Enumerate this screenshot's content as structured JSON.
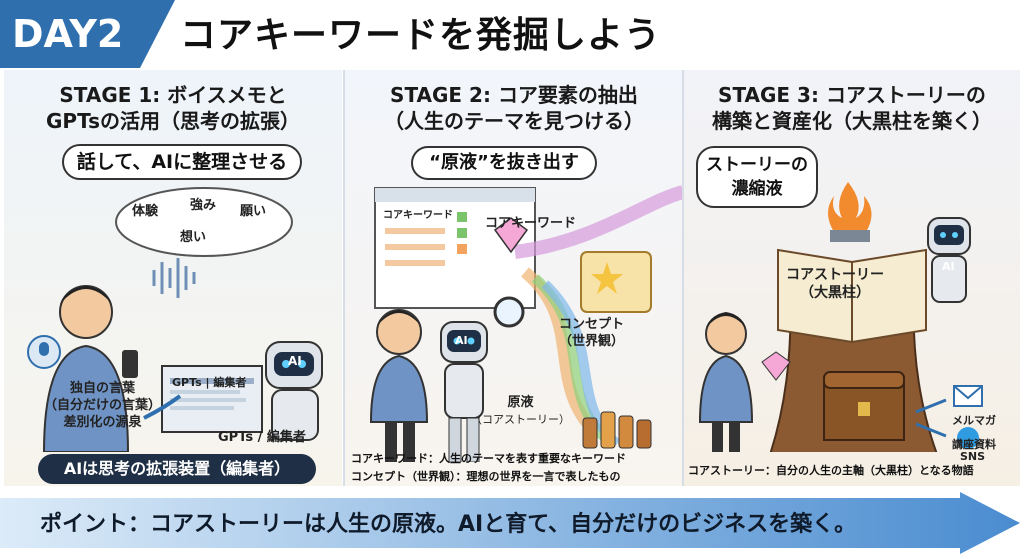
{
  "header": {
    "day": "DAY2",
    "title": "コアキーワードを発掘しよう"
  },
  "stage1": {
    "title_line1": "STAGE 1: ボイスメモと",
    "title_line2": "GPTsの活用（思考の拡張）",
    "speech": "話して、AIに整理させる",
    "thoughts": [
      "体験",
      "強み",
      "願い",
      "想い"
    ],
    "screen_label": "GPTs | 編集者",
    "robot_badge": "AI",
    "left_note": [
      "独自の言葉",
      "（自分だけの言葉）",
      "差別化の源泉"
    ],
    "right_note": "GPTs / 編集者",
    "pill": "AIは思考の拡張装置（編集者）"
  },
  "stage2": {
    "title_line1": "STAGE 2: コア要素の抽出",
    "title_line2": "（人生のテーマを見つける）",
    "bubble": "“原液”を抜き出す",
    "doc_title": "コアキーワード",
    "gem_label": "コアキーワード",
    "robot_badge": "AI",
    "concept_label_1": "コンセプト",
    "concept_label_2": "（世界観）",
    "essence_label_1": "原液",
    "essence_label_2": "（コアストーリー）",
    "caption_1": "コアキーワード：人生のテーマを表す重要なキーワード",
    "caption_2": "コンセプト（世界観）：理想の世界を一言で表したもの"
  },
  "stage3": {
    "title_line1": "STAGE 3: コアストーリーの",
    "title_line2": "構築と資産化（大黒柱を築く）",
    "bubble_line1": "ストーリーの",
    "bubble_line2": "濃縮液",
    "book_label_1": "コアストーリー",
    "book_label_2": "（大黒柱）",
    "robot_badge": "AI",
    "outputs": [
      "メルマガ",
      "SNS",
      "講座資料"
    ],
    "caption": "コアストーリー：自分の人生の主軸（大黒柱）となる物語"
  },
  "banner": {
    "text": "ポイント：コアストーリーは人生の原液。AIと育て、自分だけのビジネスを築く。"
  },
  "colors": {
    "badge": "#2f6fae",
    "banner": "#4a8cd0",
    "dark_pill": "#1f2f45"
  }
}
